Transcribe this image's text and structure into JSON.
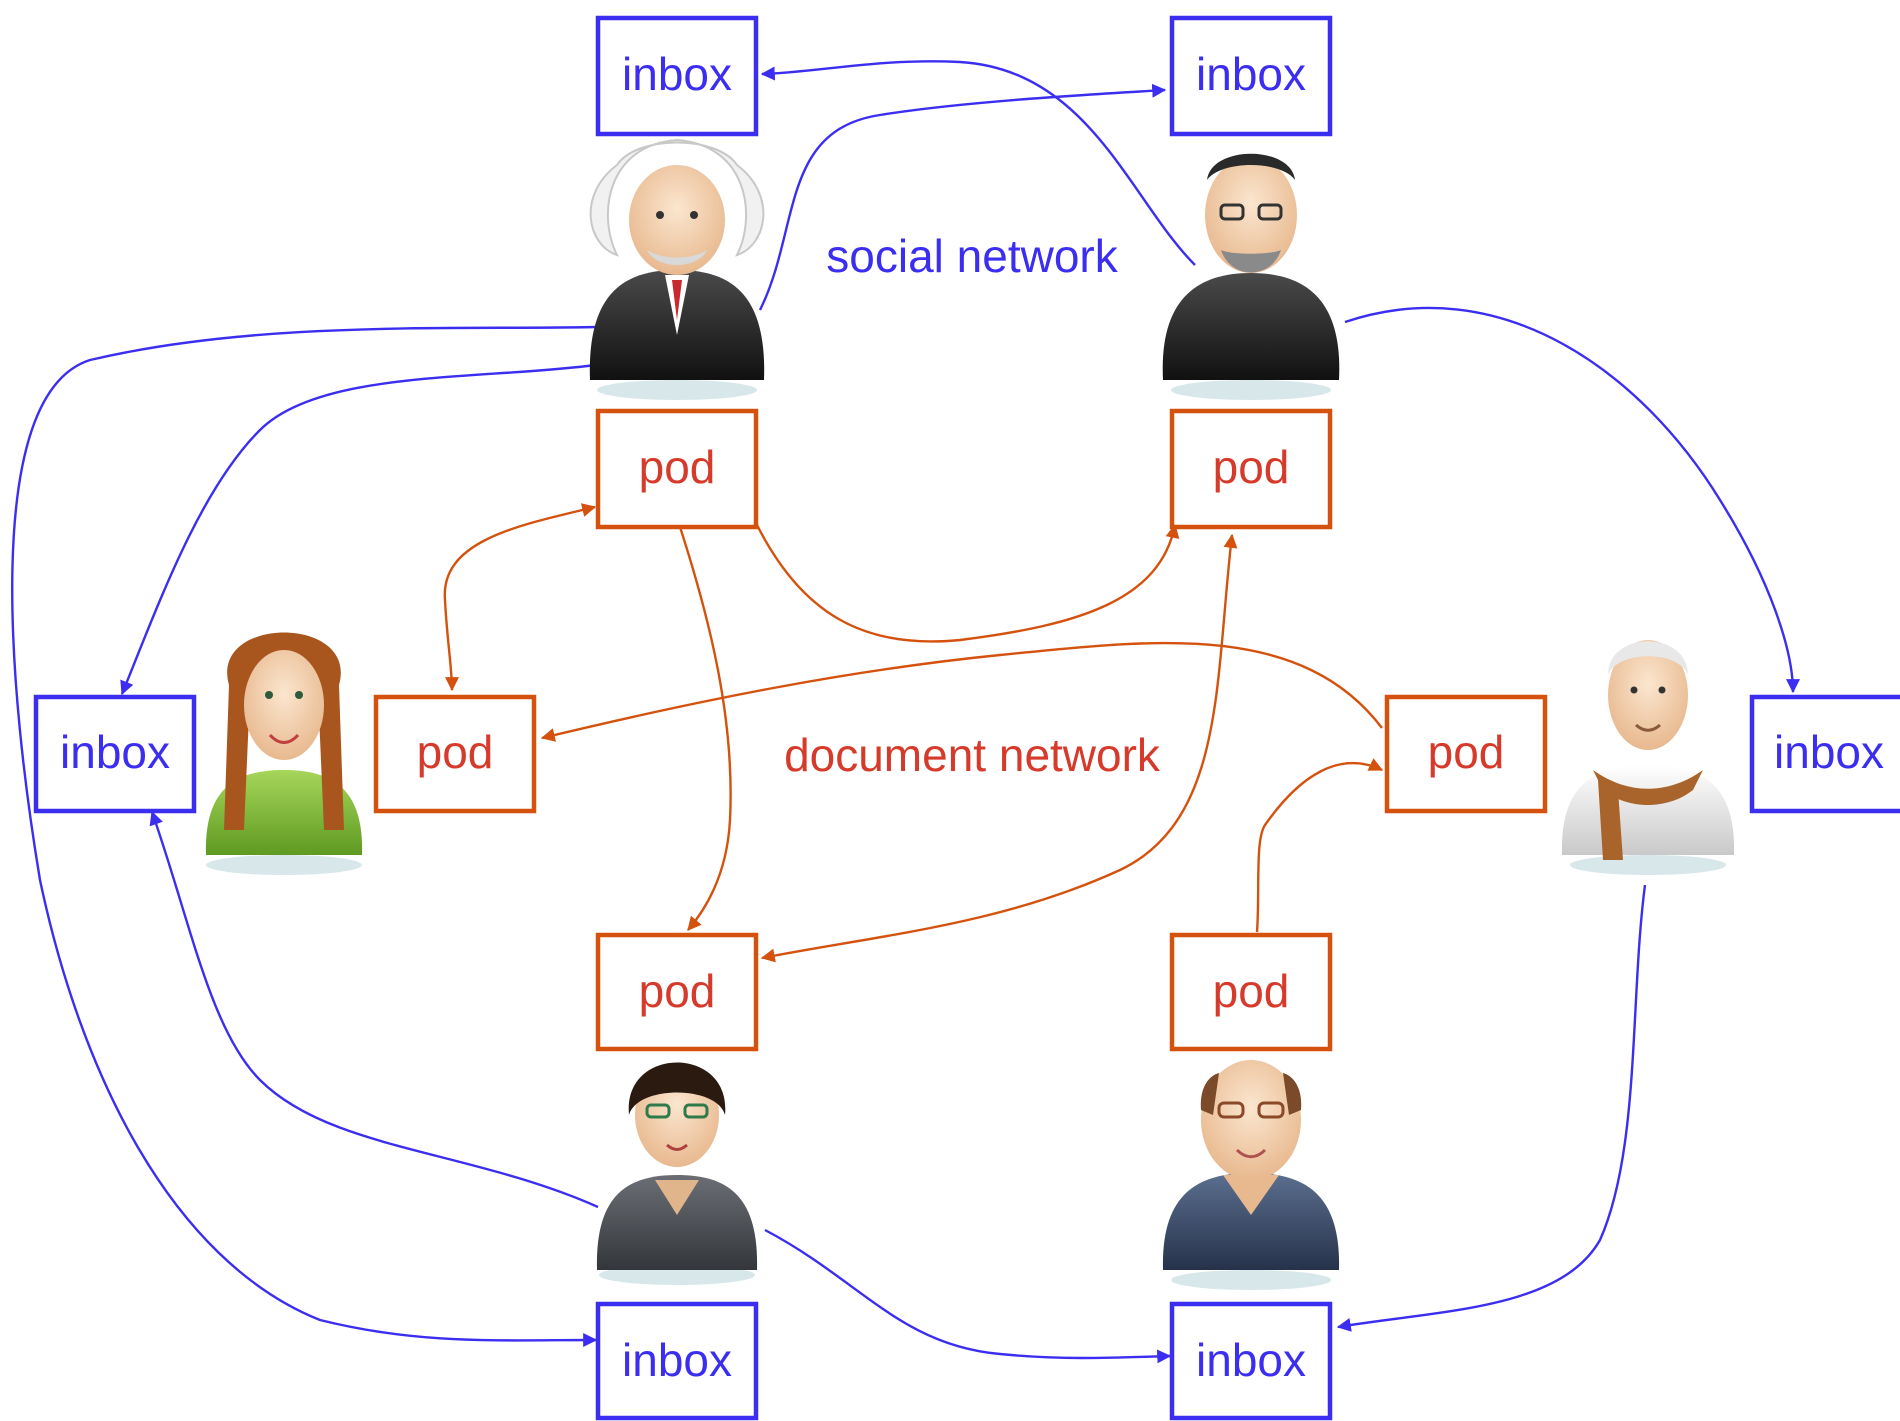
{
  "colors": {
    "social": "#3b2ef0",
    "document": "#d4520e",
    "document_text": "#d63a2a"
  },
  "labels": {
    "social_network": "social network",
    "document_network": "document network"
  },
  "boxes": {
    "inbox_label": "inbox",
    "pod_label": "pod"
  },
  "people": [
    {
      "name": "person-top-left",
      "icon": "elderly-scientist-avatar"
    },
    {
      "name": "person-top-right",
      "icon": "bearded-man-avatar"
    },
    {
      "name": "person-middle-left",
      "icon": "red-haired-woman-avatar"
    },
    {
      "name": "person-middle-right",
      "icon": "elderly-man-scarf-avatar"
    },
    {
      "name": "person-bottom-left",
      "icon": "dark-haired-woman-avatar"
    },
    {
      "name": "person-bottom-right",
      "icon": "bald-man-glasses-avatar"
    }
  ]
}
